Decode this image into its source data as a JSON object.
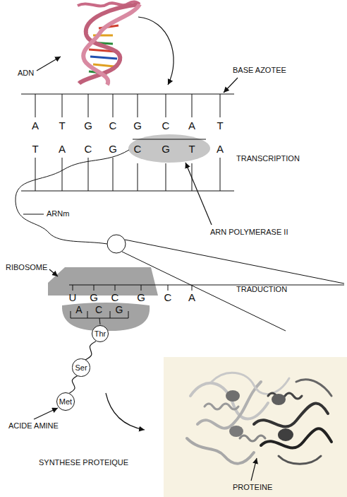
{
  "diagram": {
    "nodes": [
      {
        "text": [
          "Thr"
        ]
      },
      {
        "text": [
          "Ser"
        ]
      },
      {
        "text": [
          "Met"
        ]
      }
    ],
    "edges": [
      {
        "from": 0,
        "to": 1,
        "arrow": "none"
      },
      {
        "from": 1,
        "to": 2,
        "arrow": "none"
      }
    ],
    "labels": [
      "ADN",
      "BASE AZOTEE",
      "A",
      "T",
      "G",
      "C",
      "G",
      "C",
      "A",
      "T",
      "T",
      "A",
      "C",
      "G",
      "C",
      "G",
      "T",
      "A",
      "TRANSCRIPTION",
      "ARN POLYMERASE II",
      "ARNm",
      "RIBOSOME",
      "TRADUCTION",
      "U",
      "G",
      "C",
      "G",
      "C",
      "A",
      "A",
      "C",
      "G",
      "ACIDE AMINE",
      "SYNTHESE PROTEIQUE",
      "PROTEINE"
    ]
  }
}
